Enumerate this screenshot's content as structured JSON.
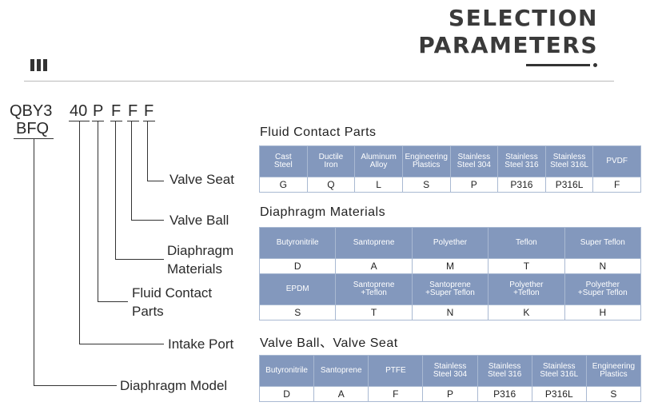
{
  "header": {
    "title_line1": "SELECTION",
    "title_line2": "PARAMETERS"
  },
  "model_code": {
    "part1": "QBY3",
    "part1b": "BFQ",
    "port": "40",
    "c1": "P",
    "c2": "F",
    "c3": "F",
    "c4": "F"
  },
  "labels": {
    "valve_seat": "Valve Seat",
    "valve_ball": "Valve Ball",
    "diaphragm_l1": "Diaphragm",
    "diaphragm_l2": "Materials",
    "fluid_l1": "Fluid Contact",
    "fluid_l2": "Parts",
    "intake": "Intake Port",
    "model": "Diaphragm Model"
  },
  "fluid_contact": {
    "title": "Fluid Contact Parts",
    "headers": [
      [
        "Cast",
        "Steel"
      ],
      [
        "Ductile",
        "Iron"
      ],
      [
        "Aluminum",
        "Alloy"
      ],
      [
        "Engineering",
        "Plastics"
      ],
      [
        "Stainless",
        "Steel 304"
      ],
      [
        "Stainless",
        "Steel 316"
      ],
      [
        "Stainless",
        "Steel 316L"
      ],
      [
        "PVDF",
        ""
      ]
    ],
    "codes": [
      "G",
      "Q",
      "L",
      "S",
      "P",
      "P316",
      "P316L",
      "F"
    ]
  },
  "diaphragm": {
    "title": "Diaphragm Materials",
    "headers1": [
      [
        "Butyronitrile",
        ""
      ],
      [
        "Santoprene",
        ""
      ],
      [
        "Polyether",
        ""
      ],
      [
        "Teflon",
        ""
      ],
      [
        "Super Teflon",
        ""
      ]
    ],
    "codes1": [
      "D",
      "A",
      "M",
      "T",
      "N"
    ],
    "headers2": [
      [
        "EPDM",
        ""
      ],
      [
        "Santoprene",
        "+Teflon"
      ],
      [
        "Santoprene",
        "+Super Teflon"
      ],
      [
        "Polyether",
        "+Teflon"
      ],
      [
        "Polyether",
        "+Super Teflon"
      ]
    ],
    "codes2": [
      "S",
      "T",
      "N",
      "K",
      "H"
    ]
  },
  "valve": {
    "title": "Valve Ball、Valve Seat",
    "headers": [
      [
        "Butyronitrile",
        ""
      ],
      [
        "Santoprene",
        ""
      ],
      [
        "PTFE",
        ""
      ],
      [
        "Stainless",
        "Steel 304"
      ],
      [
        "Stainless",
        "Steel 316"
      ],
      [
        "Stainless",
        "Steel 316L"
      ],
      [
        "Engineering",
        "Plastics"
      ]
    ],
    "codes": [
      "D",
      "A",
      "F",
      "P",
      "P316",
      "P316L",
      "S"
    ]
  }
}
